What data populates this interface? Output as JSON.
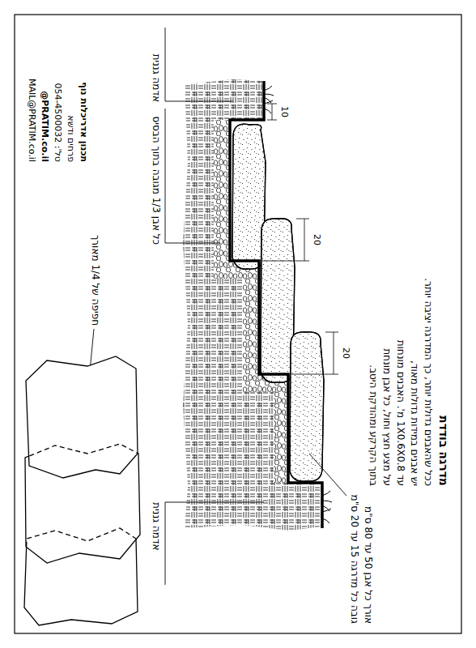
{
  "diagram": {
    "labels": [
      "מדרגה בודדת",
      "ככל שהאבנים גדולות יותר, כך המדרגה יציבה יותר.",
      "יש אבנים במידות גדולות מאוד,",
      "עד 1X0.6X0.8 מ'. האבנים מונחות",
      "על מצע חצץ וחול, כל אבן מונחת",
      "בתוך הקרקע ומהודקת היטב.",
      "10",
      "20",
      "20",
      "אורך כל אבן 50 עד 80 ס\"מ",
      "גובה כל מדרגה 15 עד 20 ס\"מ",
      "אדמה גננית",
      "כל אבן 1/3 מגובה בתוך הבסיס",
      "אדמה גננית",
      "חפיפה של 1/4 מאורך",
      "תכנון אדריכלות נוף",
      "פרחים ודשא",
      "טל': 054-4500032",
      "@PRATIM.co.il",
      "MAIL@PRATIM.co.il"
    ]
  }
}
